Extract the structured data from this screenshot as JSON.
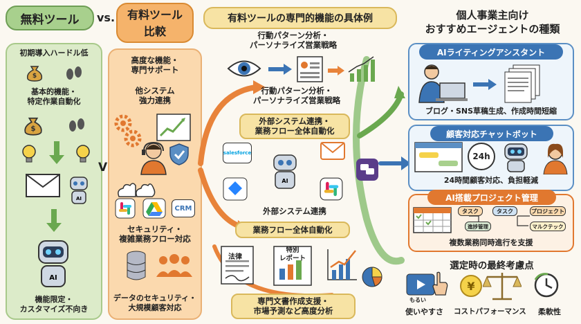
{
  "header": {
    "free_tools": "無料ツール",
    "vs": "vs.",
    "paid_tools_line1": "有料ツール",
    "paid_tools_line2": "比較",
    "examples_title": "有料ツールの専門的機能の具体例",
    "agents_title_line1": "個人事業主向け",
    "agents_title_line2": "おすすめエージェントの種類"
  },
  "free_column": {
    "item1": "初期導入ハードル低",
    "item2_line1": "基本的機能・",
    "item2_line2": "特定作業自動化",
    "item3_line1": "機能限定・",
    "item3_line2": "カスタマイズ不向き"
  },
  "vs_middle": "VS.",
  "paid_column": {
    "item1_line1": "高度な機能・",
    "item1_line2": "専門サポート",
    "item2_line1": "他システム",
    "item2_line2": "強力連携",
    "item3_line1": "セキュリティ・",
    "item3_line2": "複雑業務フロー対応",
    "item4_line1": "データのセキュリティ・",
    "item4_line2": "大規模顧客対応",
    "crm_label": "CRM"
  },
  "examples": {
    "ex1_line1": "行動パターン分析・",
    "ex1_line2": "パーソナライズ営業戦略",
    "ex1b_line1": "行動パターン分析・",
    "ex1b_line2": "パーソナライズ営業戦略",
    "ex2_line1": "外部システム連携・",
    "ex2_line2": "業務フロー全体自動化",
    "ex2b_line1": "外部システム連携",
    "ex2b_line2": "業務フロー全体自動化",
    "ex3_line1": "専門文書作成支援・",
    "ex3_line2": "市場予測など高度分析",
    "doc_law": "法律",
    "doc_report_line1": "特別",
    "doc_report_line2": "レポート",
    "salesforce_label": "salesforce"
  },
  "agents": {
    "writing": {
      "title": "AIライティングアシスタント",
      "desc": "ブログ・SNS草稿生成、作成時間短縮"
    },
    "chatbot": {
      "title": "顧客対応チャットボット",
      "desc": "24時間顧客対応、負担軽減",
      "clock_label": "24h"
    },
    "project": {
      "title": "AI搭載プロジェクト管理",
      "desc": "複数業務同時進行を支援",
      "task1": "タスク",
      "task2": "タスク",
      "task3": "プロジェクト",
      "task4": "進捗管理",
      "task5": "マルクテック"
    }
  },
  "final": {
    "title": "選定時の最終考慮点",
    "usability": "使いやすさ",
    "usability_tag": "もるい",
    "cost": "コストパフォーマンス",
    "flex": "柔軟性"
  },
  "colors": {
    "green": "#a8d08d",
    "orange": "#f5b36b",
    "blue": "#3b74b4",
    "accent_orange": "#e1782f"
  }
}
